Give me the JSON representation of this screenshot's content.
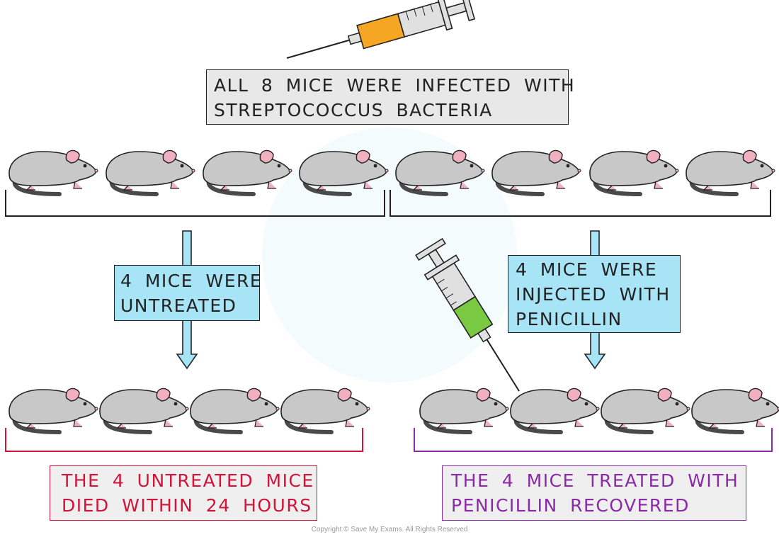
{
  "top_box": {
    "line1": "ALL 8 MICE WERE INFECTED WITH",
    "line2": "STREPTOCOCCUS BACTERIA"
  },
  "left_label": {
    "line1": "4 MICE WERE",
    "line2": "UNTREATED"
  },
  "right_label": {
    "line1": "4 MICE WERE",
    "line2": "INJECTED WITH",
    "line3": "PENICILLIN"
  },
  "left_result": {
    "line1": "THE 4 UNTREATED MICE",
    "line2": "DIED WITHIN 24 HOURS"
  },
  "right_result": {
    "line1": "THE 4 MICE TREATED WITH",
    "line2": "PENICILLIN RECOVERED"
  },
  "copyright": "Copyright © Save My Exams. All Rights Reserved",
  "colors": {
    "mouse_body": "#c8c8c8",
    "mouse_ear": "#f0b0c0",
    "mouse_tail": "#4a4a4a",
    "arrow": "#a6e4f6",
    "label_box": "#a6e4f6",
    "untreated_accent": "#d2143a",
    "treated_accent": "#8a2aa6",
    "syringe_top_liquid": "#f5a623",
    "syringe_penicillin_liquid": "#7ac943"
  },
  "icons": [
    "syringe-icon",
    "mouse-icon",
    "arrow-down-icon",
    "bracket"
  ]
}
